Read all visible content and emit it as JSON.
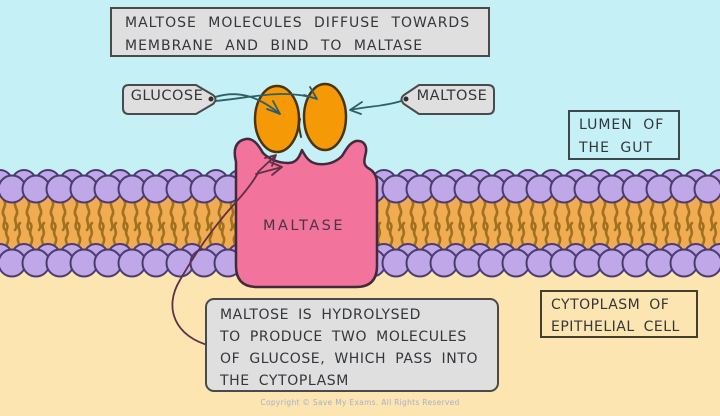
{
  "labels": {
    "header_note": {
      "lines": [
        "MALTOSE MOLECULES DIFFUSE TOWARDS",
        "MEMBRANE AND BIND TO MALTASE"
      ]
    },
    "glucose_tag": {
      "label": "GLUCOSE"
    },
    "maltose_tag": {
      "label": "MALTOSE"
    },
    "lumen_box": {
      "lines": [
        "LUMEN OF",
        "THE GUT"
      ]
    },
    "cytoplasm_box": {
      "lines": [
        "CYTOPLASM OF",
        "EPITHELIAL CELL"
      ]
    },
    "enzyme": {
      "label": "MALTASE"
    },
    "hydrolysis_note": {
      "lines": [
        "MALTOSE IS HYDROLYSED",
        "TO PRODUCE TWO MOLECULES",
        "OF GLUCOSE, WHICH PASS INTO",
        "THE CYTOPLASM"
      ]
    },
    "footer": {
      "copyright": "Copyright © Save My Exams. All Rights Reserved"
    }
  },
  "colors": {
    "background_lumen": "#C5F1F6",
    "background_cytoplasm": "#FCE5B1",
    "membrane_band": "#F1AB53",
    "lipid_head": "#BFA7E8",
    "lipid_head_outline": "#4A3C6E",
    "lipid_tail": "#9E721E",
    "enzyme_fill": "#F2739C",
    "enzyme_outline": "#412B3B",
    "molecule_fill": "#F59A06",
    "molecule_outline": "#4C3413",
    "note_fill": "#DFDFDF",
    "note_border": "#4A4A4A",
    "arrow_color": "#2F5F66",
    "leader_color": "#5E3147",
    "text_color": "#33363B",
    "copyright_color": "#9FB3D1"
  }
}
